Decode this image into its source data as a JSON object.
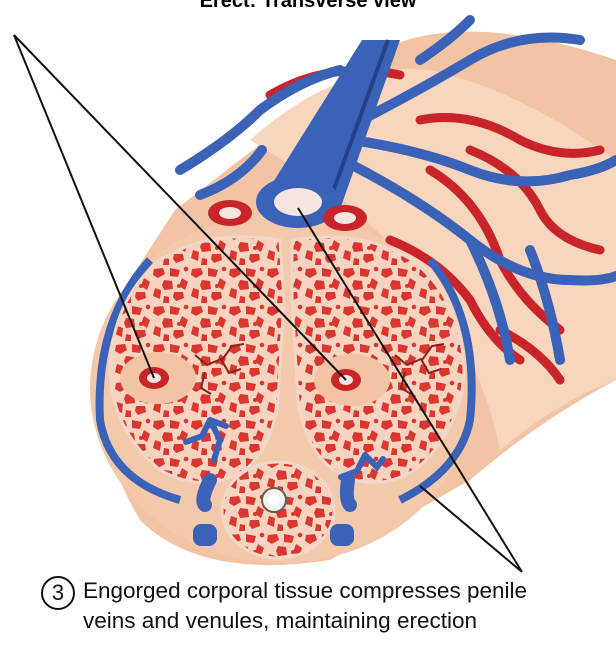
{
  "title": "Erect: Transverse view",
  "step": {
    "number": "3",
    "caption_line1": "Engorged corporal tissue compresses penile",
    "caption_line2": "veins and venules, maintaining erection"
  },
  "colors": {
    "vein_blue": "#3a63b8",
    "vein_dark": "#24418a",
    "artery_red": "#c8242a",
    "tissue_pink": "#f4cdb8",
    "erectile_red": "#d9372f",
    "skin_tan": "#f2c4a4"
  }
}
